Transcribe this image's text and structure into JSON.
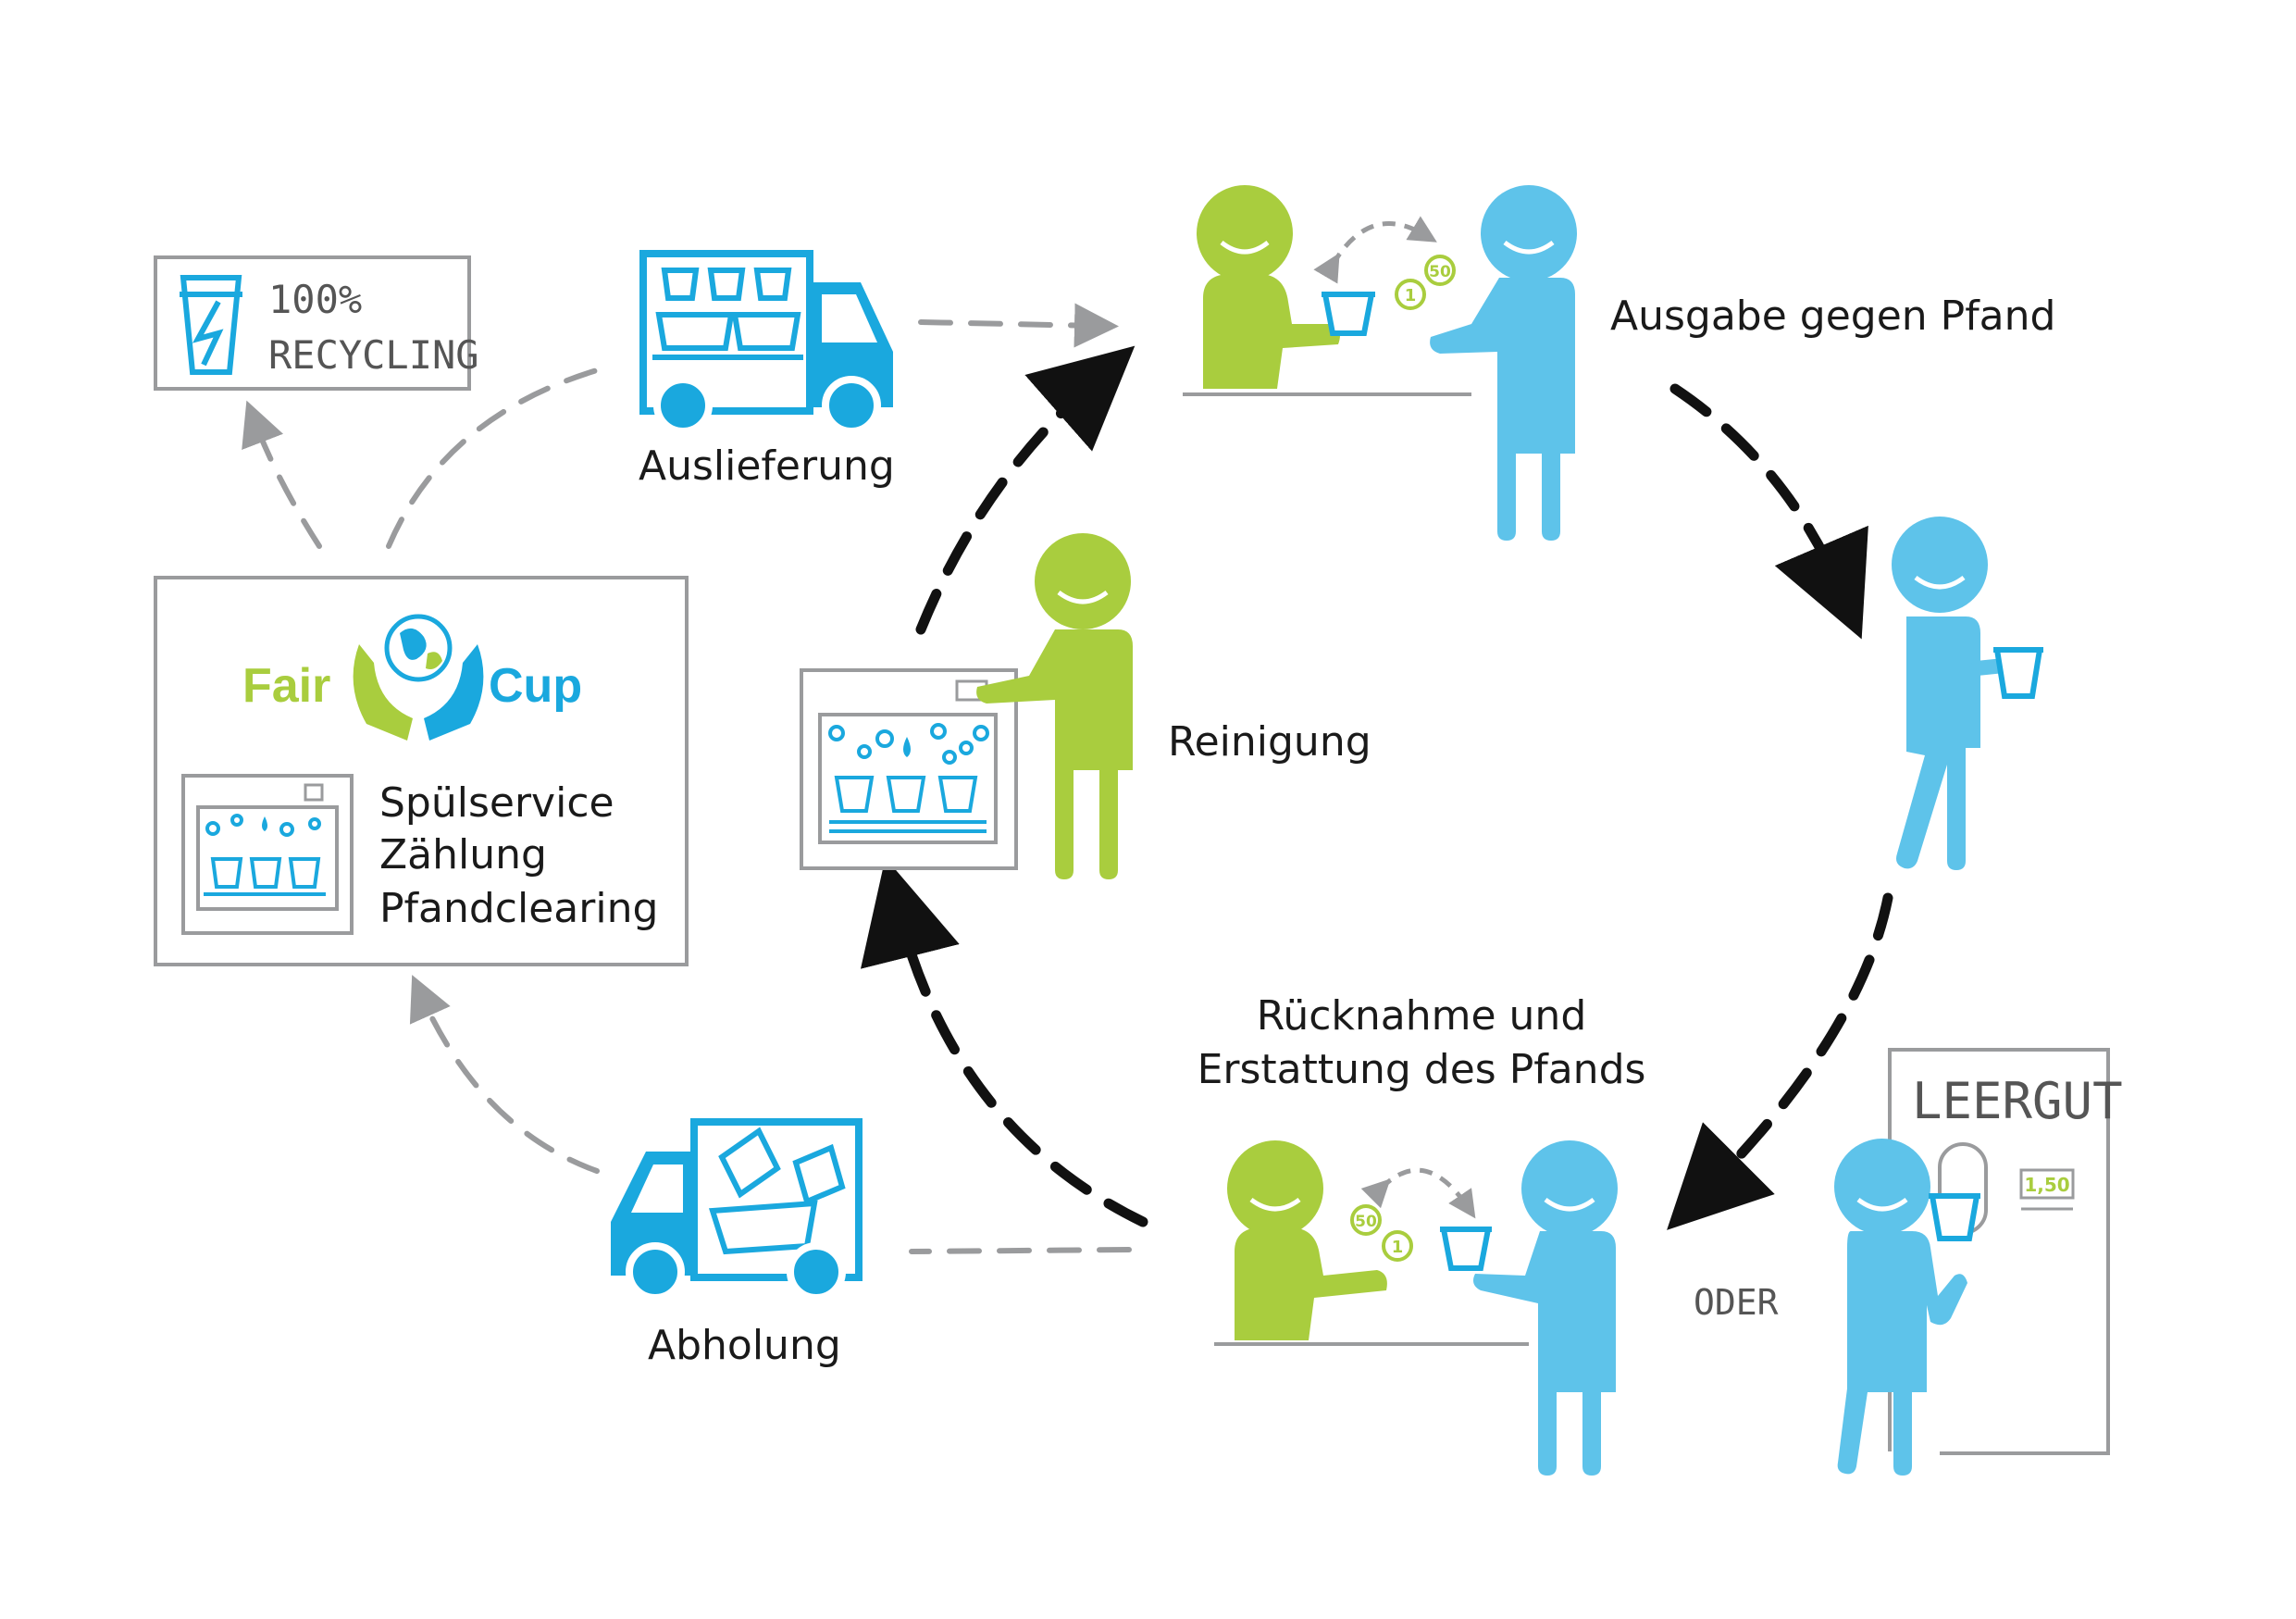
{
  "labels": {
    "ausgabe": "Ausgabe gegen Pfand",
    "reinigung": "Reinigung",
    "ruecknahme_line1": "Rücknahme und",
    "ruecknahme_line2": "Erstattung des Pfands",
    "auslieferung": "Auslieferung",
    "abholung": "Abholung",
    "oder": "ODER",
    "leergut": "LEERGUT",
    "leergut_amount": "1,50",
    "recycling_line1": "100%",
    "recycling_line2": "RECYCLING",
    "service_line1": "Spülservice",
    "service_line2": "Zählung",
    "service_line3": "Pfandclearing",
    "coin_1": "1",
    "coin_50": "50"
  },
  "logo": {
    "word_left": "Fair",
    "word_right": "Cup"
  },
  "colors": {
    "green": "#a9cd3e",
    "blue": "#5ec3ea",
    "blue_dark": "#1aa8de",
    "gray": "#9a9b9d",
    "arrow_black": "#111111",
    "text": "#1a1a1a"
  },
  "icons": [
    "person-icon",
    "cup-icon",
    "coin-icon",
    "truck-icon",
    "dishwasher-icon",
    "globe-hands-icon",
    "recycle-cup-icon",
    "return-machine-icon"
  ]
}
